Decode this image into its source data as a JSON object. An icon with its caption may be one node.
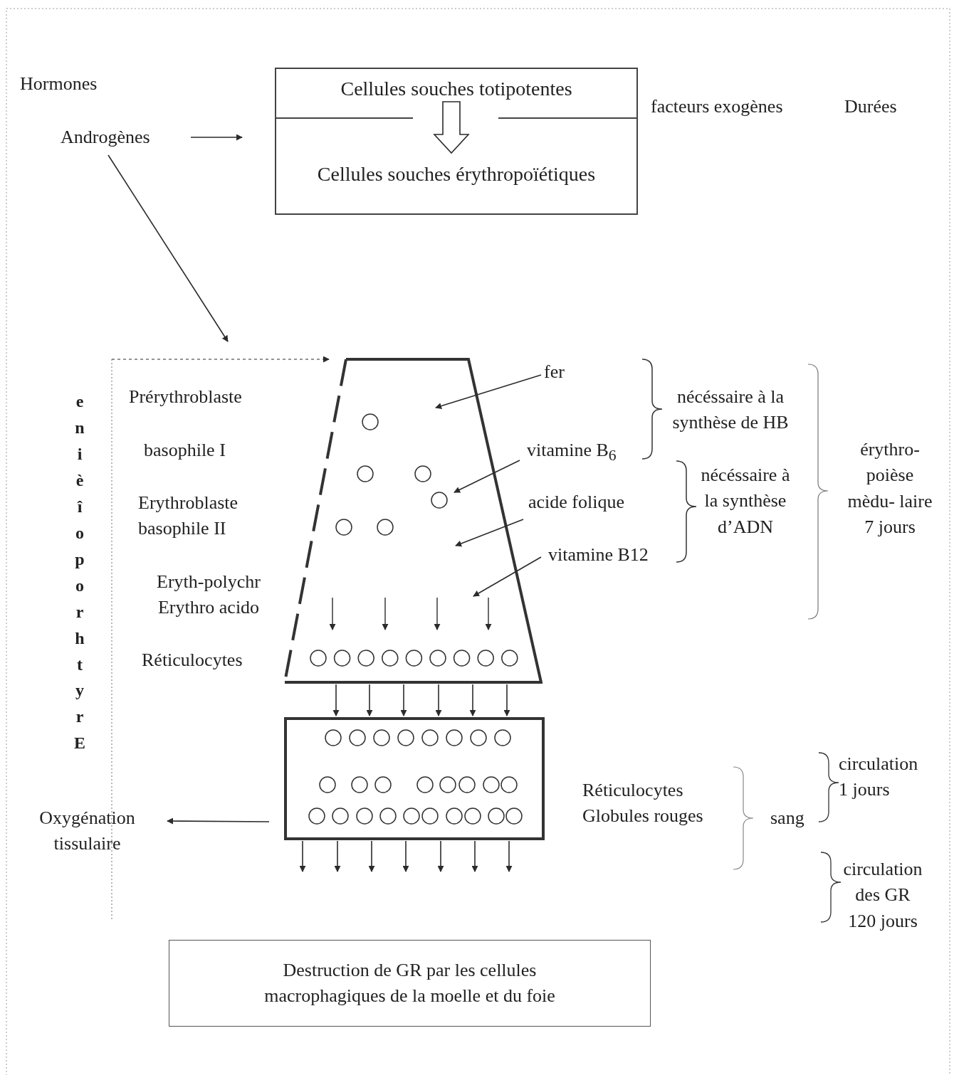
{
  "diagram": {
    "nodes": [
      {
        "text": [
          "Cellules souches totipotentes"
        ]
      },
      {
        "text": [
          "Cellules souches érythropoïétiques"
        ]
      },
      {
        "text": [
          "Androgènes"
        ]
      },
      {
        "text": [],
        "shape": "trapezoid"
      },
      {
        "text": [
          "fer"
        ]
      },
      {
        "text": [
          "vitamine B$_{6}$"
        ]
      },
      {
        "text": [
          "acide folique"
        ]
      },
      {
        "text": [
          "vitamine B12"
        ]
      },
      {
        "text": [],
        "shape": "box"
      },
      {
        "text": [
          "Oxygénation tissulaire"
        ]
      },
      {
        "text": [
          "Destruction de GR  par les cellules macrophagiques de la moelle et du foie"
        ]
      }
    ],
    "edges": [
      {
        "from": 0,
        "to": 1,
        "arrow": "to",
        "style": "thick"
      },
      {
        "from": 2,
        "to": 1,
        "arrow": "to"
      },
      {
        "from": 2,
        "to": 3,
        "arrow": "to"
      },
      {
        "from": null,
        "to": 3,
        "arrow": "to",
        "style": "dashed"
      },
      {
        "from": 4,
        "to": 3,
        "arrow": "to"
      },
      {
        "from": 5,
        "to": 3,
        "arrow": "to"
      },
      {
        "from": 6,
        "to": 3,
        "arrow": "to"
      },
      {
        "from": 7,
        "to": 3,
        "arrow": "to"
      },
      {
        "from": 3,
        "to": 8,
        "arrow": "to"
      },
      {
        "from": 3,
        "to": 8,
        "arrow": "to"
      },
      {
        "from": 3,
        "to": 8,
        "arrow": "to"
      },
      {
        "from": 3,
        "to": 8,
        "arrow": "to"
      },
      {
        "from": 3,
        "to": 8,
        "arrow": "to"
      },
      {
        "from": 3,
        "to": 8,
        "arrow": "to"
      },
      {
        "from": 8,
        "to": 9,
        "arrow": "to"
      },
      {
        "from": 8,
        "to": null,
        "arrow": "to"
      },
      {
        "from": 8,
        "to": null,
        "arrow": "to"
      },
      {
        "from": 8,
        "to": null,
        "arrow": "to"
      },
      {
        "from": 8,
        "to": null,
        "arrow": "to"
      },
      {
        "from": 8,
        "to": null,
        "arrow": "to"
      },
      {
        "from": 8,
        "to": null,
        "arrow": "to"
      },
      {
        "from": 8,
        "to": null,
        "arrow": "to"
      }
    ],
    "labels": [
      "Hormones",
      "facteurs exogènes",
      "Durées",
      "enièîoporhtyrE",
      "Prérythroblaste",
      "basophile I",
      "Erythroblaste basophile II",
      "Eryth-polychr Erythro acido",
      "Réticulocytes",
      "nécéssaire à la synthèse de HB",
      "nécéssaire à la synthèse d’ADN",
      "érythro- poièse mèdu- laire 7 jours",
      "Réticulocytes Globules rouges",
      "sang",
      "circulation 1 jours",
      "circulation des GR 120 jours"
    ]
  }
}
